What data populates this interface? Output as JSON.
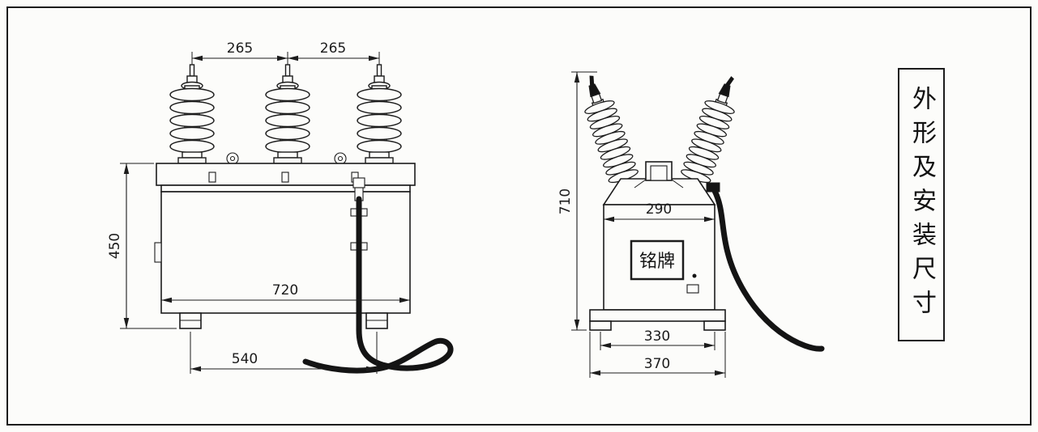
{
  "title": "外形及安装尺寸",
  "colors": {
    "line": "#1c1c1c",
    "background": "#fcfcfa"
  },
  "front_view": {
    "dim_spacing_left": "265",
    "dim_spacing_right": "265",
    "dim_height": "450",
    "dim_body_width": "720",
    "dim_foot_span": "540"
  },
  "side_view": {
    "dim_height": "710",
    "dim_body_depth": "290",
    "dim_foot_span": "330",
    "dim_base_width": "370",
    "nameplate_label": "铭牌"
  }
}
